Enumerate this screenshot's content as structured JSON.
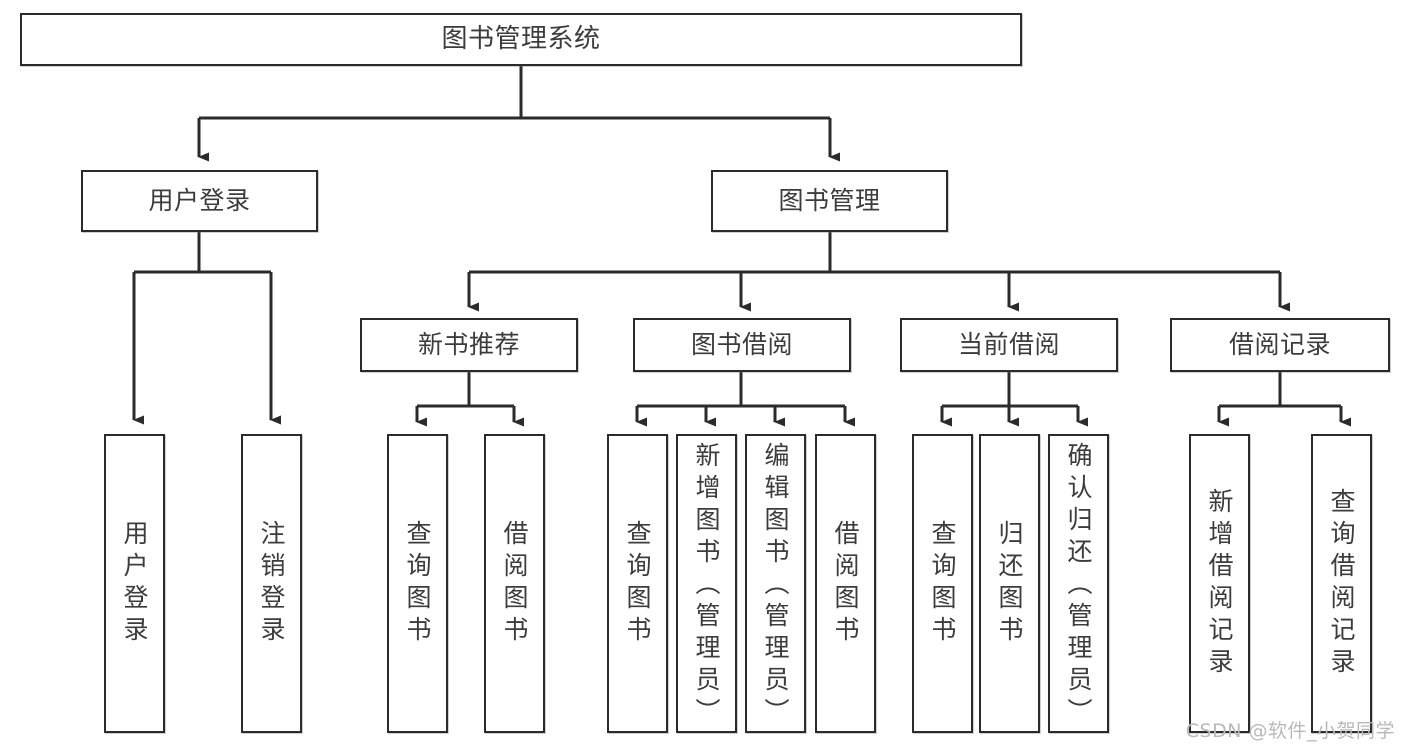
{
  "diagram": {
    "title": "图书管理系统",
    "type": "tree",
    "watermark": "CSDN @软件_小贺同学",
    "colors": {
      "box_border": "#2b2b2b",
      "box_fill": "#ffffff",
      "text": "#3c3c3c",
      "connector": "#2b2b2b",
      "watermark": "#b9b9b9",
      "background": "#ffffff"
    },
    "nodes": {
      "root": {
        "label": "图书管理系统"
      },
      "level2": [
        {
          "label": "用户登录"
        },
        {
          "label": "图书管理"
        }
      ],
      "level3": [
        {
          "label": "新书推荐"
        },
        {
          "label": "图书借阅"
        },
        {
          "label": "当前借阅"
        },
        {
          "label": "借阅记录"
        }
      ],
      "leaves_user_login": [
        {
          "label": "用户登录"
        },
        {
          "label": "注销登录"
        }
      ],
      "leaves_new_book": [
        {
          "label": "查询图书"
        },
        {
          "label": "借阅图书"
        }
      ],
      "leaves_borrow": [
        {
          "label": "查询图书"
        },
        {
          "label": "新增图书（管理员）"
        },
        {
          "label": "编辑图书（管理员）"
        },
        {
          "label": "借阅图书"
        }
      ],
      "leaves_current": [
        {
          "label": "查询图书"
        },
        {
          "label": "归还图书"
        },
        {
          "label": "确认归还（管理员）"
        }
      ],
      "leaves_records": [
        {
          "label": "新增借阅记录"
        },
        {
          "label": "查询借阅记录"
        }
      ]
    }
  }
}
